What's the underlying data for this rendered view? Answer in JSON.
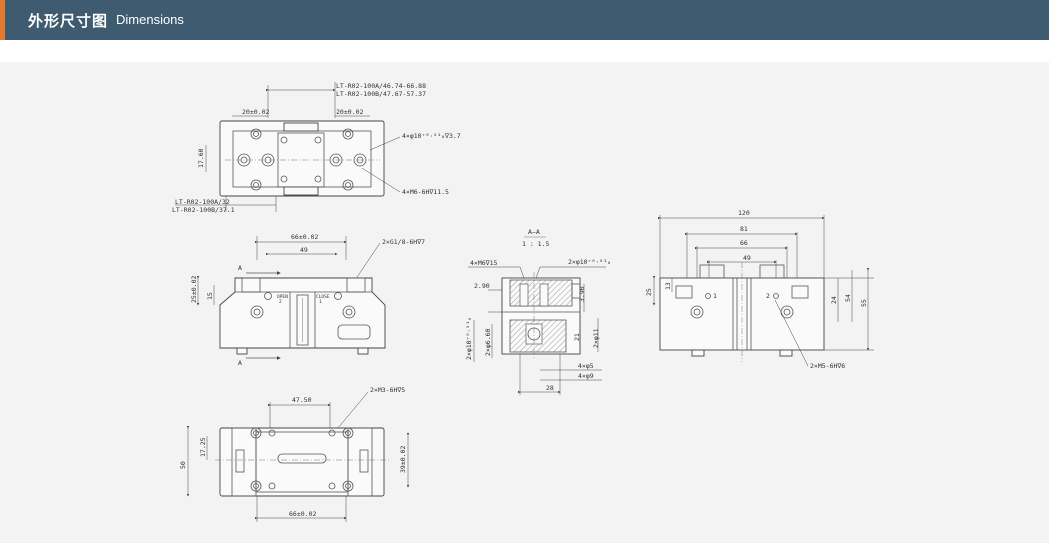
{
  "header": {
    "title_cn": "外形尺寸图",
    "title_en": "Dimensions",
    "background": "#3e5b70",
    "accent": "#e8792b"
  },
  "drawing": {
    "top_view": {
      "dim_a": "LT-R02-100A/46.74-66.88",
      "dim_b": "LT-R02-100B/47.67-57.37",
      "dim_left": "20±0.02",
      "dim_right": "20±0.02",
      "dim_height": "17.60",
      "hole_callout_1": "4×φ10⁺⁰·⁰¹₀∇3.7",
      "hole_callout_2": "4×M6-6H∇11.5",
      "dim_c": "LT-R02-100A/32",
      "dim_d": "LT-R02-100B/37.1"
    },
    "front_view": {
      "dim_66": "66±0.02",
      "dim_49": "49",
      "port_callout": "2×G1/8-6H∇7",
      "section_a_top": "A",
      "section_a_bottom": "A",
      "dim_25": "25±0.02",
      "dim_15": "15",
      "label_open": "OPEN",
      "label_open_num": "2",
      "label_close": "CLOSE",
      "label_close_num": "1"
    },
    "bottom_view": {
      "dim_4750": "47.50",
      "thread_callout": "2×M3-6H∇5",
      "dim_1725": "17.25",
      "dim_50": "50",
      "dim_39": "39±0.02",
      "dim_66": "66±0.02"
    },
    "section_view": {
      "title": "A—A",
      "scale": "1 : 1.5",
      "m6": "4×M6∇15",
      "pin": "2×φ10⁺⁰·⁰¹₀",
      "dim_290": "2.90",
      "dim_390": "3.90",
      "dim_21": "21",
      "dim_phi11": "2×φ11",
      "dim_phi10": "2×φ10⁺⁰·⁰¹₀",
      "dim_660": "2×φ6.60",
      "dim_4x5": "4×φ5",
      "dim_4x9": "4×φ9",
      "dim_28": "28"
    },
    "side_view": {
      "dim_120": "120",
      "dim_81": "81",
      "dim_66": "66",
      "dim_49": "49",
      "dim_25": "25",
      "dim_13": "13",
      "dim_24": "24",
      "dim_54": "54",
      "dim_55": "55",
      "port_1": "1",
      "port_2": "2",
      "thread_callout": "2×M5-6H∇6"
    }
  }
}
